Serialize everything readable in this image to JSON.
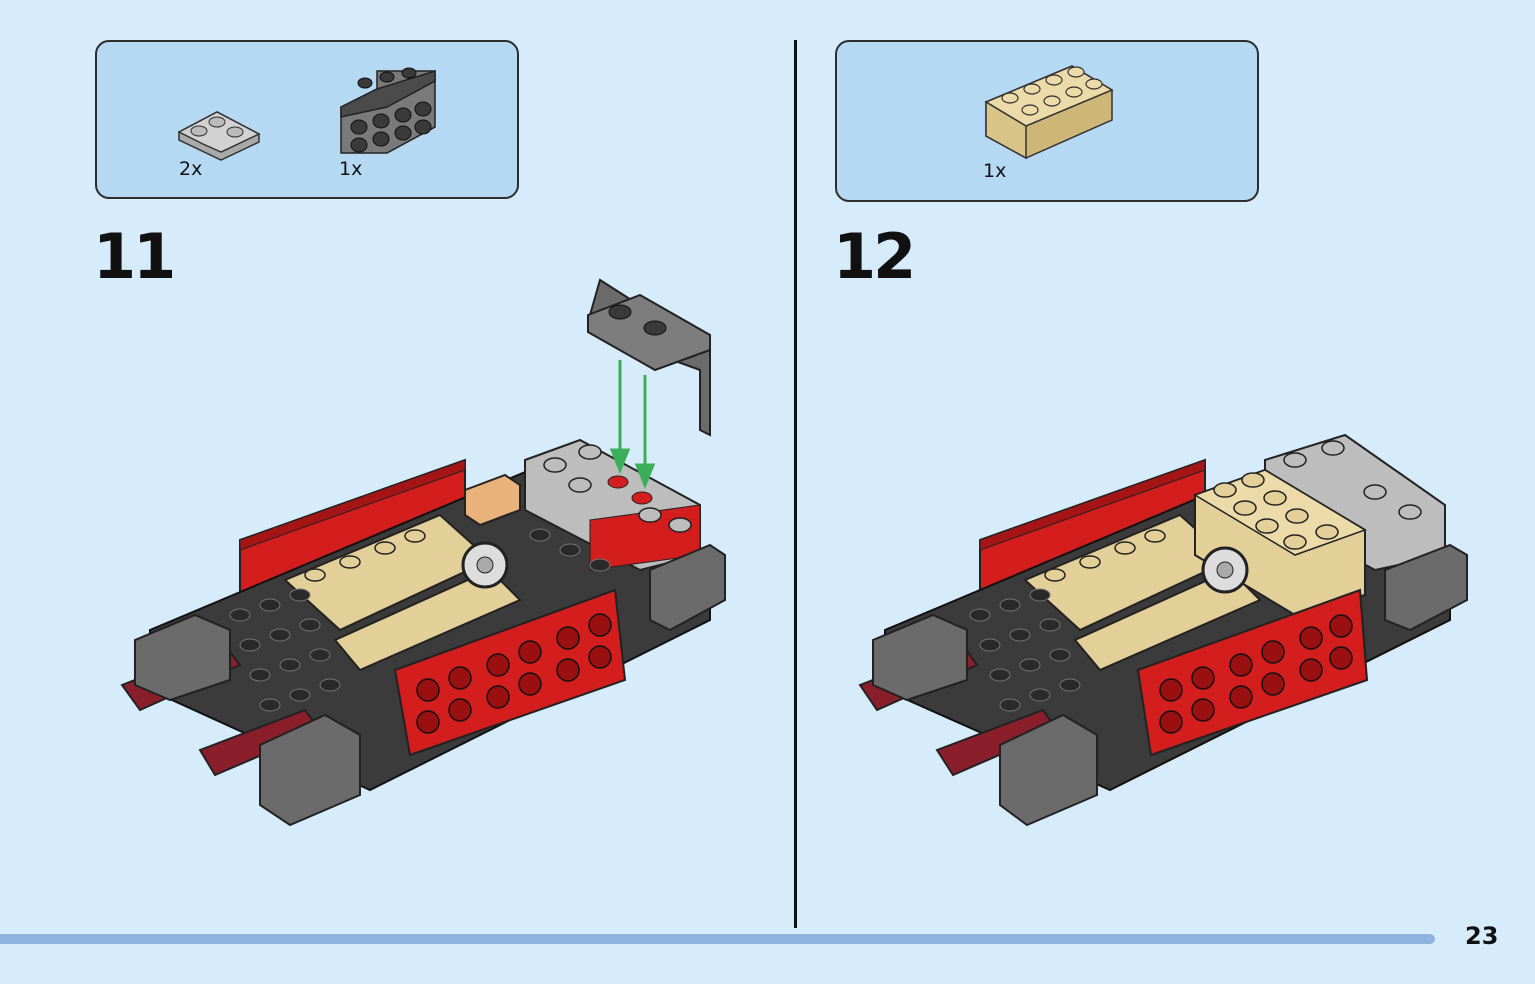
{
  "steps": [
    {
      "number": "11",
      "parts": [
        {
          "qty": "2x",
          "name": "light-gray-corner-plate",
          "color": "#c9c9c9"
        },
        {
          "qty": "1x",
          "name": "dark-gray-bracket",
          "color": "#6b6b6b"
        }
      ]
    },
    {
      "number": "12",
      "parts": [
        {
          "qty": "1x",
          "name": "tan-2x4-brick",
          "color": "#e3cf98"
        }
      ]
    }
  ],
  "page": {
    "number": "23"
  },
  "colors": {
    "background": "#d6ecfb",
    "parts_box": "#b5d8f3",
    "red": "#d41d1d",
    "dark_red": "#8a1f2b",
    "tan": "#e3cf98",
    "dark_gray": "#3b3b3b",
    "light_gray": "#bdbdbd",
    "orange_tan": "#e8b27a",
    "arrow_green": "#3cae5a",
    "progress": "#8fb3df"
  }
}
